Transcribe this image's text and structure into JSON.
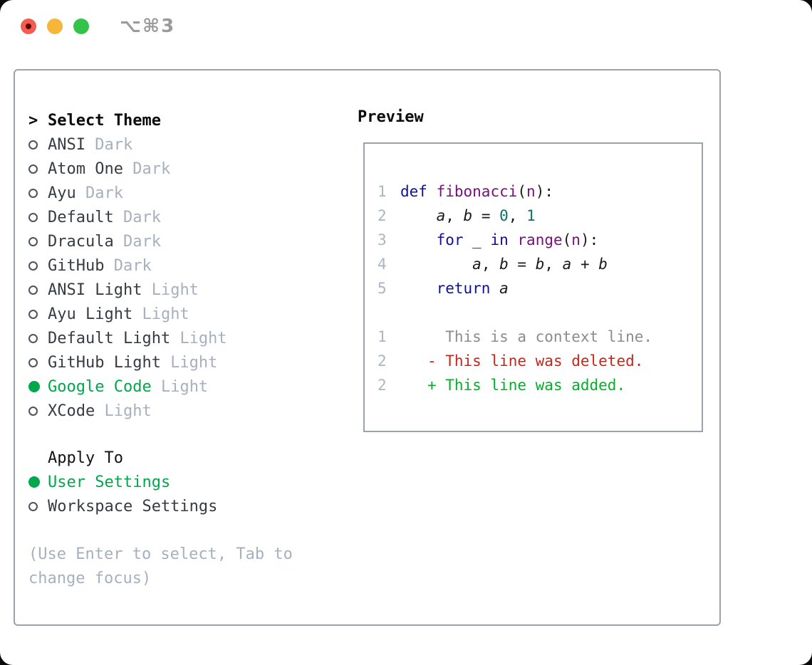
{
  "window": {
    "shortcut": "⌥⌘3"
  },
  "theme_picker": {
    "title": "Select Theme",
    "prompt": ">",
    "themes": [
      {
        "name": "ANSI",
        "variant": "Dark",
        "selected": false
      },
      {
        "name": "Atom One",
        "variant": "Dark",
        "selected": false
      },
      {
        "name": "Ayu",
        "variant": "Dark",
        "selected": false
      },
      {
        "name": "Default",
        "variant": "Dark",
        "selected": false
      },
      {
        "name": "Dracula",
        "variant": "Dark",
        "selected": false
      },
      {
        "name": "GitHub",
        "variant": "Dark",
        "selected": false
      },
      {
        "name": "ANSI Light",
        "variant": "Light",
        "selected": false
      },
      {
        "name": "Ayu Light",
        "variant": "Light",
        "selected": false
      },
      {
        "name": "Default Light",
        "variant": "Light",
        "selected": false
      },
      {
        "name": "GitHub Light",
        "variant": "Light",
        "selected": false
      },
      {
        "name": "Google Code",
        "variant": "Light",
        "selected": true
      },
      {
        "name": "XCode",
        "variant": "Light",
        "selected": false
      }
    ],
    "apply_to": {
      "title": "Apply To",
      "options": [
        {
          "label": "User Settings",
          "selected": true
        },
        {
          "label": "Workspace Settings",
          "selected": false
        }
      ]
    },
    "hint": "(Use Enter to select, Tab to change focus)"
  },
  "preview": {
    "title": "Preview",
    "code_lines": [
      {
        "num": "1",
        "tokens": [
          [
            "def",
            "kw"
          ],
          [
            " ",
            "plain"
          ],
          [
            "fibonacci",
            "typ"
          ],
          [
            "(",
            "plain"
          ],
          [
            "n",
            "typ"
          ],
          [
            "):",
            "plain"
          ]
        ]
      },
      {
        "num": "2",
        "tokens": [
          [
            "    ",
            "plain"
          ],
          [
            "a",
            "var"
          ],
          [
            ", ",
            "plain"
          ],
          [
            "b",
            "var"
          ],
          [
            " = ",
            "plain"
          ],
          [
            "0",
            "num"
          ],
          [
            ", ",
            "plain"
          ],
          [
            "1",
            "num"
          ]
        ]
      },
      {
        "num": "3",
        "tokens": [
          [
            "    ",
            "plain"
          ],
          [
            "for",
            "kw"
          ],
          [
            " _ ",
            "plain"
          ],
          [
            "in",
            "kw"
          ],
          [
            " ",
            "plain"
          ],
          [
            "range",
            "typ"
          ],
          [
            "(",
            "plain"
          ],
          [
            "n",
            "typ"
          ],
          [
            "):",
            "plain"
          ]
        ]
      },
      {
        "num": "4",
        "tokens": [
          [
            "        ",
            "plain"
          ],
          [
            "a",
            "var"
          ],
          [
            ", ",
            "plain"
          ],
          [
            "b",
            "var"
          ],
          [
            " = ",
            "plain"
          ],
          [
            "b",
            "var"
          ],
          [
            ", ",
            "plain"
          ],
          [
            "a",
            "var"
          ],
          [
            " + ",
            "plain"
          ],
          [
            "b",
            "var"
          ]
        ]
      },
      {
        "num": "5",
        "tokens": [
          [
            "    ",
            "plain"
          ],
          [
            "return",
            "kw"
          ],
          [
            " ",
            "plain"
          ],
          [
            "a",
            "var"
          ]
        ]
      }
    ],
    "diff_lines": [
      {
        "num": "1",
        "tokens": [
          [
            "     This is a context line.",
            "ctx"
          ]
        ]
      },
      {
        "num": "2",
        "tokens": [
          [
            "   ",
            "plain"
          ],
          [
            "- This line was deleted.",
            "del"
          ]
        ]
      },
      {
        "num": "2",
        "tokens": [
          [
            "   ",
            "plain"
          ],
          [
            "+ This line was added.",
            "add"
          ]
        ]
      }
    ]
  },
  "colors": {
    "keyword": "#10109e",
    "type": "#7a0e7a",
    "number": "#0e6e6e",
    "plain_code": "#1a1a1a",
    "line_number": "#a9b6c4",
    "diff_context": "#8c8c8c",
    "diff_deleted": "#c9261a",
    "diff_added": "#00b226",
    "selection_green": "#00a84b",
    "item_text": "#363c44",
    "muted": "#a6b0bf",
    "panel_border": "#9aa3ac",
    "circle_stroke": "#4d5358",
    "shortcut_gray": "#9b9b9b",
    "traffic_red": "#f15e51",
    "traffic_red_dot": "#5d0705",
    "traffic_yellow": "#f5b63a",
    "traffic_green": "#33c348"
  }
}
